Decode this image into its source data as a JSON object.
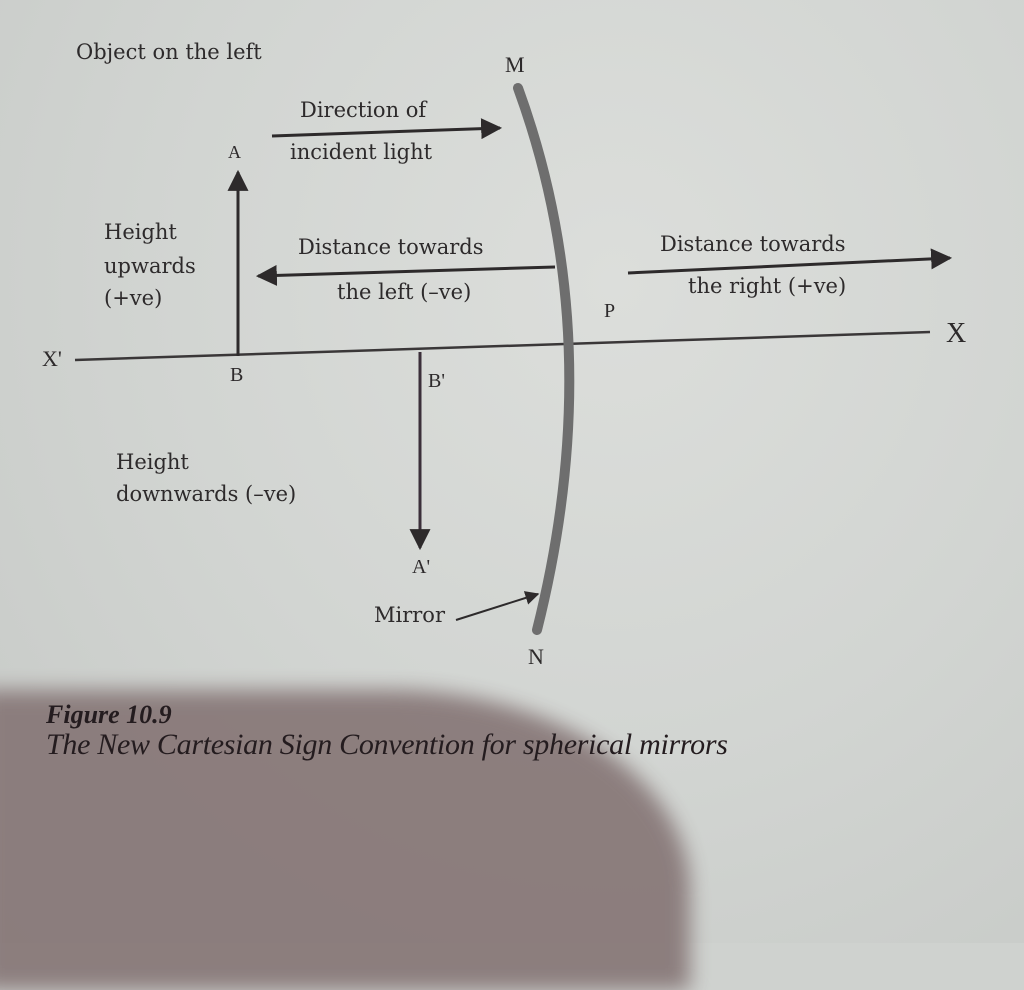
{
  "diagram": {
    "title_text": "Object on the left",
    "mirror": {
      "top_label": "M",
      "bottom_label": "N",
      "pole_label": "P",
      "pointer_label": "Mirror",
      "color": "#6e6e6e"
    },
    "principal_axis": {
      "left_label": "X'",
      "right_label": "X"
    },
    "object": {
      "tip_label": "A",
      "base_label": "B",
      "height_note": [
        "Height",
        "upwards",
        "(+ve)"
      ]
    },
    "image": {
      "tip_label": "A'",
      "base_label": "B'",
      "height_note": [
        "Height",
        "downwards (–ve)"
      ]
    },
    "arrows": {
      "incident_light": {
        "line1": "Direction of",
        "line2": "incident light",
        "direction": "right"
      },
      "left_distance": {
        "line1": "Distance towards",
        "line2": "the left (–ve)",
        "direction": "left"
      },
      "right_distance": {
        "line1": "Distance towards",
        "line2": "the right (+ve)",
        "direction": "right"
      }
    }
  },
  "caption": {
    "figure_number": "Figure 10.9",
    "text": "The New Cartesian Sign Convention for spherical mirrors"
  },
  "colors": {
    "ink": "#2d2a2b",
    "paper": "#d4d6d3",
    "shadow": "#857575"
  }
}
